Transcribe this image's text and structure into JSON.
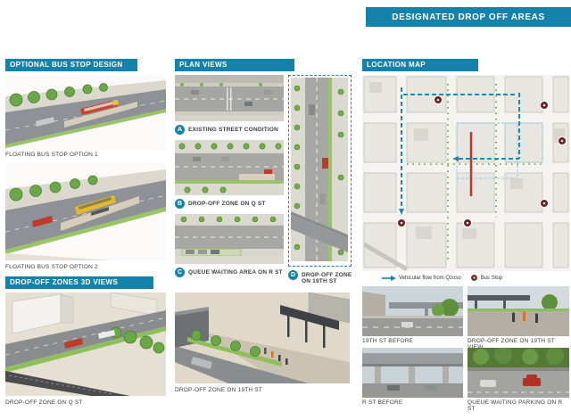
{
  "banner": {
    "title": "DESIGNATED DROP OFF AREAS"
  },
  "bus_stop_panel": {
    "header": "OPTIONAL BUS STOP DESIGN",
    "caption_1": "FLOATING BUS STOP OPTION 1",
    "caption_2": "FLOATING BUS STOP OPTION 2"
  },
  "plan_views_panel": {
    "header": "PLAN VIEWS",
    "items": [
      {
        "letter": "A",
        "label": "EXISTING STREET CONDITION"
      },
      {
        "letter": "B",
        "label": "DROP-OFF ZONE ON Q ST"
      },
      {
        "letter": "C",
        "label": "QUEUE WAITING AREA ON R ST"
      },
      {
        "letter": "D",
        "label": "DROP-OFF ZONE ON 19TH ST"
      }
    ]
  },
  "location_map_panel": {
    "header": "LOCATION MAP",
    "legend": [
      {
        "icon": "vehicular-flow-arrow",
        "label": "Vehicular flow from Qzoso"
      },
      {
        "icon": "bus-stop-marker",
        "label": "Bus Stop"
      }
    ]
  },
  "three_d_panel": {
    "header": "DROP-OFF ZONES 3D VIEWS",
    "caption_q_st": "DROP-OFF ZONE ON Q ST",
    "caption_19th_st": "DROP-OFF ZONE ON 19TH ST"
  },
  "photos": [
    {
      "caption": "19TH ST BEFORE"
    },
    {
      "caption": "DROP-OFF ZONE ON 19TH ST VIEW"
    },
    {
      "caption": "R ST BEFORE"
    },
    {
      "caption": "QUEUE WAITING PARKING ON R ST"
    }
  ],
  "colors": {
    "accent_teal": "#1483ab",
    "route_red": "#c2372b",
    "marker_dark_red": "#6e1f1f",
    "tree_green": "#6fae45"
  }
}
